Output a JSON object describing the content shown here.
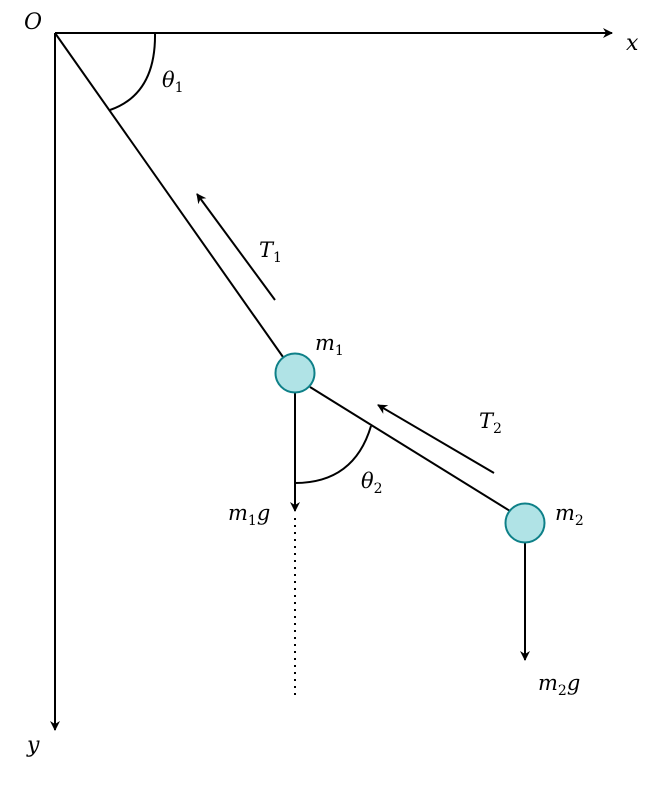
{
  "colors": {
    "line": "#000000",
    "mass_fill": "#b0e3e6",
    "mass_stroke": "#0e8088"
  },
  "labels": {
    "origin": "O",
    "x_axis": "x",
    "y_axis": "y",
    "theta1": {
      "base": "θ",
      "sub": "1"
    },
    "theta2": {
      "base": "θ",
      "sub": "2"
    },
    "tension1": {
      "base": "T",
      "sub": "1"
    },
    "tension2": {
      "base": "T",
      "sub": "2"
    },
    "mass1": {
      "base": "m",
      "sub": "1"
    },
    "mass2": {
      "base": "m",
      "sub": "2"
    },
    "weight1": {
      "base": "m",
      "sub": "1",
      "suffix": "g"
    },
    "weight2": {
      "base": "m",
      "sub": "2",
      "suffix": "g"
    }
  }
}
